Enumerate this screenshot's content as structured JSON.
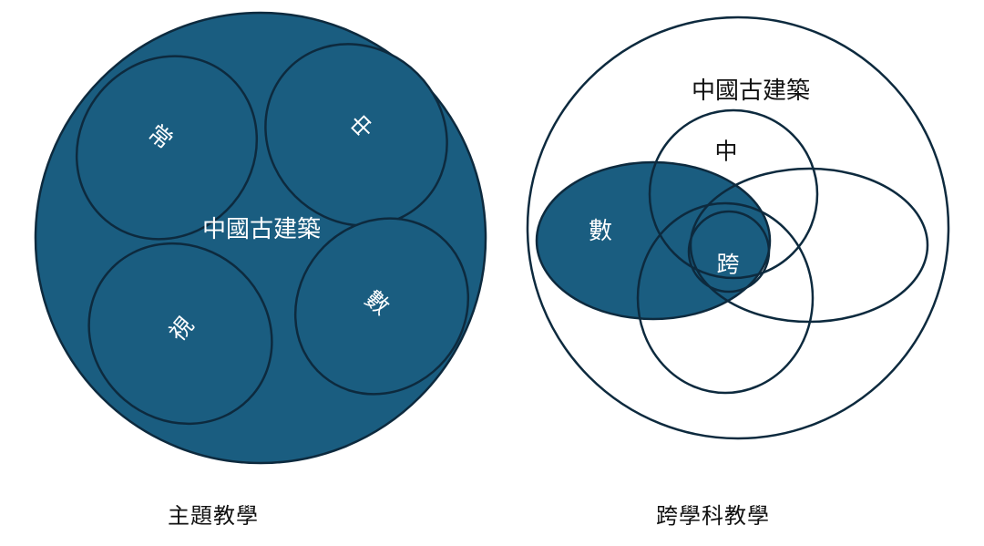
{
  "colors": {
    "fill": "#1a5d80",
    "stroke": "#0d2a3e",
    "white": "#ffffff",
    "text_dark": "#111111"
  },
  "left_diagram": {
    "center_label": "中國古建築",
    "petals": [
      "常",
      "中",
      "視",
      "數"
    ],
    "caption": "主題教學"
  },
  "right_diagram": {
    "outer_label": "中國古建築",
    "labels": {
      "top": "中",
      "left": "數",
      "center": "跨"
    },
    "caption": "跨學科教學"
  }
}
